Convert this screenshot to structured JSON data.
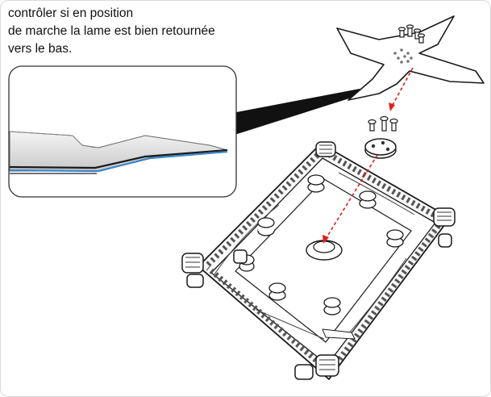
{
  "instruction": {
    "lines": [
      "contrôler si en position",
      "de marche la lame est bien retournée",
      "vers le bas."
    ]
  },
  "illustration": {
    "arrow_color": "#e0201a",
    "outline_color": "#1a1a1a",
    "blade_edge_color": "#3b86c6",
    "components": [
      "blade-icon",
      "screws-icon",
      "hub-icon",
      "mower-chassis-icon",
      "blade-profile-detail-icon"
    ]
  }
}
